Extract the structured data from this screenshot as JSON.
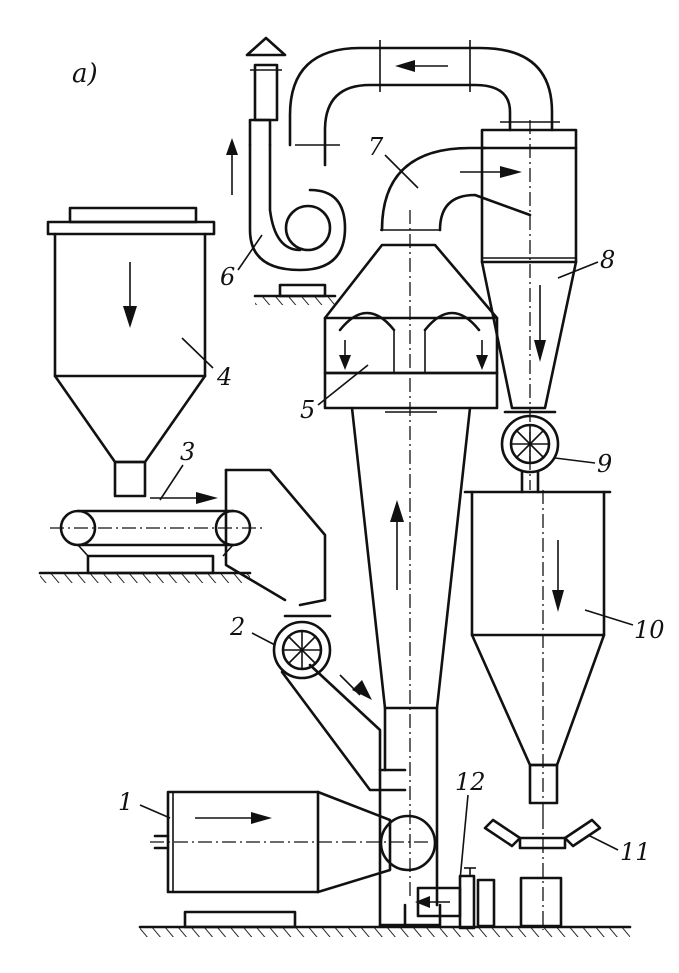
{
  "figure": {
    "panel_label": "а)",
    "labels": {
      "l1": "1",
      "l2": "2",
      "l3": "3",
      "l4": "4",
      "l5": "5",
      "l6": "6",
      "l7": "7",
      "l8": "8",
      "l9": "9",
      "l10": "10",
      "l11": "11",
      "l12": "12"
    }
  }
}
